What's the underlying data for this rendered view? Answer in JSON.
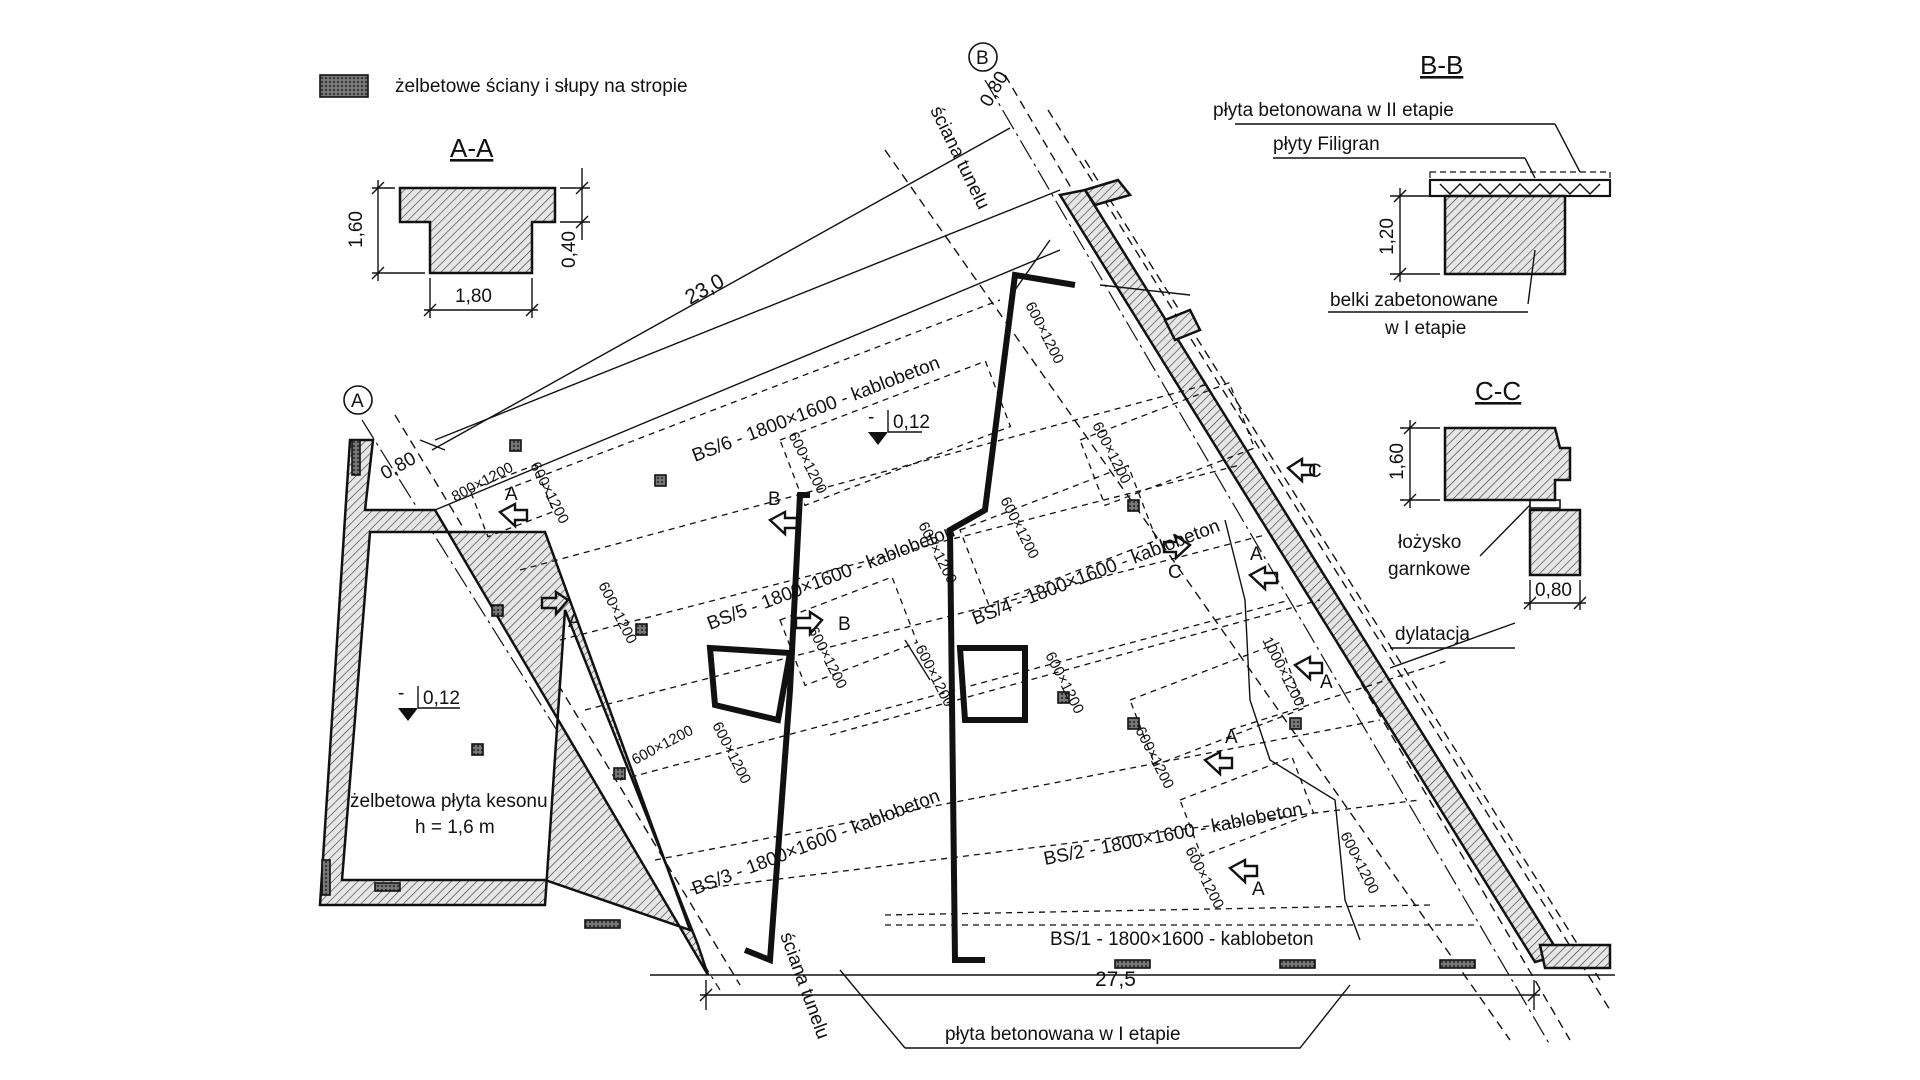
{
  "legend": {
    "label": "żelbetowe ściany i słupy na stropie"
  },
  "sections": {
    "aa": {
      "title": "A-A",
      "dim_height": "1,60",
      "dim_width": "1,80",
      "dim_flange": "0,40"
    },
    "bb": {
      "title": "B-B",
      "label_top": "płyta betonowana w II etapie",
      "label_filigran": "płyty Filigran",
      "dim_height": "1,20",
      "label_beams_1": "belki zabetonowane",
      "label_beams_2": "w I etapie"
    },
    "cc": {
      "title": "C-C",
      "dim_height": "1,60",
      "label_bearing_1": "łożysko",
      "label_bearing_2": "garnkowe",
      "dim_width": "0,80"
    }
  },
  "plan": {
    "axis_a": "A",
    "axis_b": "B",
    "dim_top": "23,0",
    "dim_bottom": "27,5",
    "dim_a_offset": "0,80",
    "dim_b_offset": "0,80",
    "level_1": "0,12",
    "level_2": "0,12",
    "level_sign": "-",
    "caisson_label_1": "żelbetowa płyta kesonu",
    "caisson_label_2": "h = 1,6 m",
    "tunnel_wall_top": "ściana tunelu",
    "tunnel_wall_bottom": "ściana tunelu",
    "slab_stage1": "płyta betonowana w I etapie",
    "dilatation": "dylatacja",
    "beams": [
      {
        "label": "BS/6 - 1800×1600 - kablobeton"
      },
      {
        "label": "BS/5 - 1800×1600 - kablobeton"
      },
      {
        "label": "BS/4 - 1800×1600 - kablobeton"
      },
      {
        "label": "BS/3 - 1800×1600 - kablobeton"
      },
      {
        "label": "BS/2 - 1800×1600 - kablobeton"
      },
      {
        "label": "BS/1 - 1800×1600 - kablobeton"
      }
    ],
    "openings": {
      "o800": "800×1200",
      "o600": "600×1200",
      "o1000": "1000×1200"
    },
    "section_marks": {
      "a": "A",
      "b": "B",
      "c": "C"
    }
  }
}
